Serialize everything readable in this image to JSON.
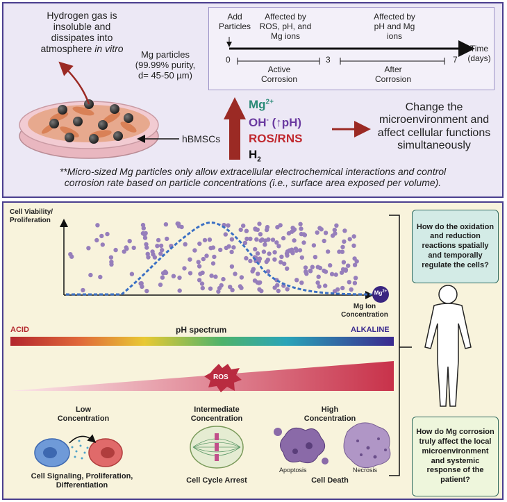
{
  "top": {
    "hydrogen_note": [
      "Hydrogen gas is",
      "insoluble and",
      "dissipates into",
      "atmosphere"
    ],
    "hydrogen_note_italic": "in vitro",
    "mg_particles": [
      "Mg particles",
      "(99.99% purity,",
      "d= 45-50 µm)"
    ],
    "hbmscs_label": "hBMSCs",
    "products": {
      "mg": "Mg",
      "mg_sup": "2+",
      "oh": "OH",
      "oh_sup": "-",
      "oh_suffix": "(↑pH)",
      "ros": "ROS/RNS",
      "h2": "H",
      "h2_sub": "2"
    },
    "result": [
      "Change the",
      "microenvironment and",
      "affect cellular functions",
      "simultaneously"
    ],
    "footnote": [
      "**Micro-sized Mg particles only allow extracellular electrochemical interactions and control",
      "corrosion rate based on particle concentrations (i.e., surface area exposed per volume)."
    ]
  },
  "timeline": {
    "add_particles": [
      "Add",
      "Particles"
    ],
    "affected_1": [
      "Affected by",
      "ROS, pH, and",
      "Mg ions"
    ],
    "affected_2": [
      "Affected by",
      "pH and Mg",
      "ions"
    ],
    "time_label": [
      "Time",
      "(days)"
    ],
    "ticks": [
      "0",
      "3",
      "7"
    ],
    "active": [
      "Active",
      "Corrosion"
    ],
    "after": [
      "After",
      "Corrosion"
    ]
  },
  "bottom": {
    "y_axis_label": [
      "Cell Viability/",
      "Proliferation"
    ],
    "x_axis_label": [
      "Mg Ion",
      "Concentration"
    ],
    "mg_badge": "Mg",
    "mg_badge_sup": "2+",
    "ph_acid": "ACID",
    "ph_title": "pH spectrum",
    "ph_alkaline": "ALKALINE",
    "ros_label": "ROS",
    "low": [
      "Low",
      "Concentration"
    ],
    "intermediate": [
      "Intermediate",
      "Concentration"
    ],
    "high": [
      "High",
      "Concentration"
    ],
    "low_effect": [
      "Cell Signaling, Proliferation,",
      "Differentiation"
    ],
    "intermediate_effect": "Cell Cycle Arrest",
    "apoptosis": "Apoptosis",
    "necrosis": "Necrosis",
    "high_effect": "Cell Death",
    "question_1": "How do the oxidation and reduction reactions spatially and temporally regulate the cells?",
    "question_2": "How do Mg corrosion truly affect the local microenvironment and systemic response of the patient?"
  },
  "colors": {
    "mg_teal": "#2a8a77",
    "oh_purple": "#6a3aa0",
    "ros_red": "#c0282e",
    "arrow_red": "#9b2a24",
    "acid_red": "#b3262d",
    "alkaline_purple": "#3b2a8f",
    "curve_blue": "#3a6fc4",
    "dot_purple": "#8c72b8"
  }
}
